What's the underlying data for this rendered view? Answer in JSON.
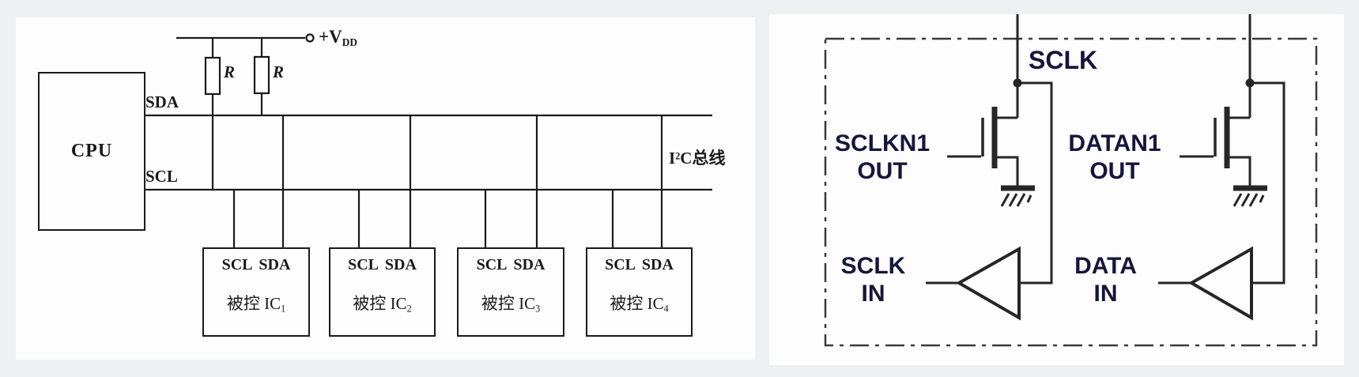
{
  "colors": {
    "background": "#eff0f1",
    "panel": "#fdfdfd",
    "left_line": "#1a1a1a",
    "right_line": "#262626",
    "right_text": "#16163c"
  },
  "left_panel": {
    "cpu_label": "CPU",
    "sda_label": "SDA",
    "scl_label": "SCL",
    "vdd": {
      "main": "+V",
      "sub": "DD"
    },
    "resistors": [
      "R",
      "R"
    ],
    "bus_label": {
      "base": "I",
      "sup": "2",
      "rest": "C总线"
    },
    "ics": [
      {
        "pins": "SCL SDA",
        "name": "被控 IC",
        "sub": "1"
      },
      {
        "pins": "SCL SDA",
        "name": "被控 IC",
        "sub": "2"
      },
      {
        "pins": "SCL SDA",
        "name": "被控 IC",
        "sub": "3"
      },
      {
        "pins": "SCL SDA",
        "name": "被控 IC",
        "sub": "4"
      }
    ]
  },
  "right_panel": {
    "clock_net_label": "SCLK",
    "drivers": [
      {
        "gate_line1": "SCLKN1",
        "gate_line2": "OUT",
        "in_line1": "SCLK",
        "in_line2": "IN"
      },
      {
        "gate_line1": "DATAN1",
        "gate_line2": "OUT",
        "in_line1": "DATA",
        "in_line2": "IN"
      }
    ]
  }
}
